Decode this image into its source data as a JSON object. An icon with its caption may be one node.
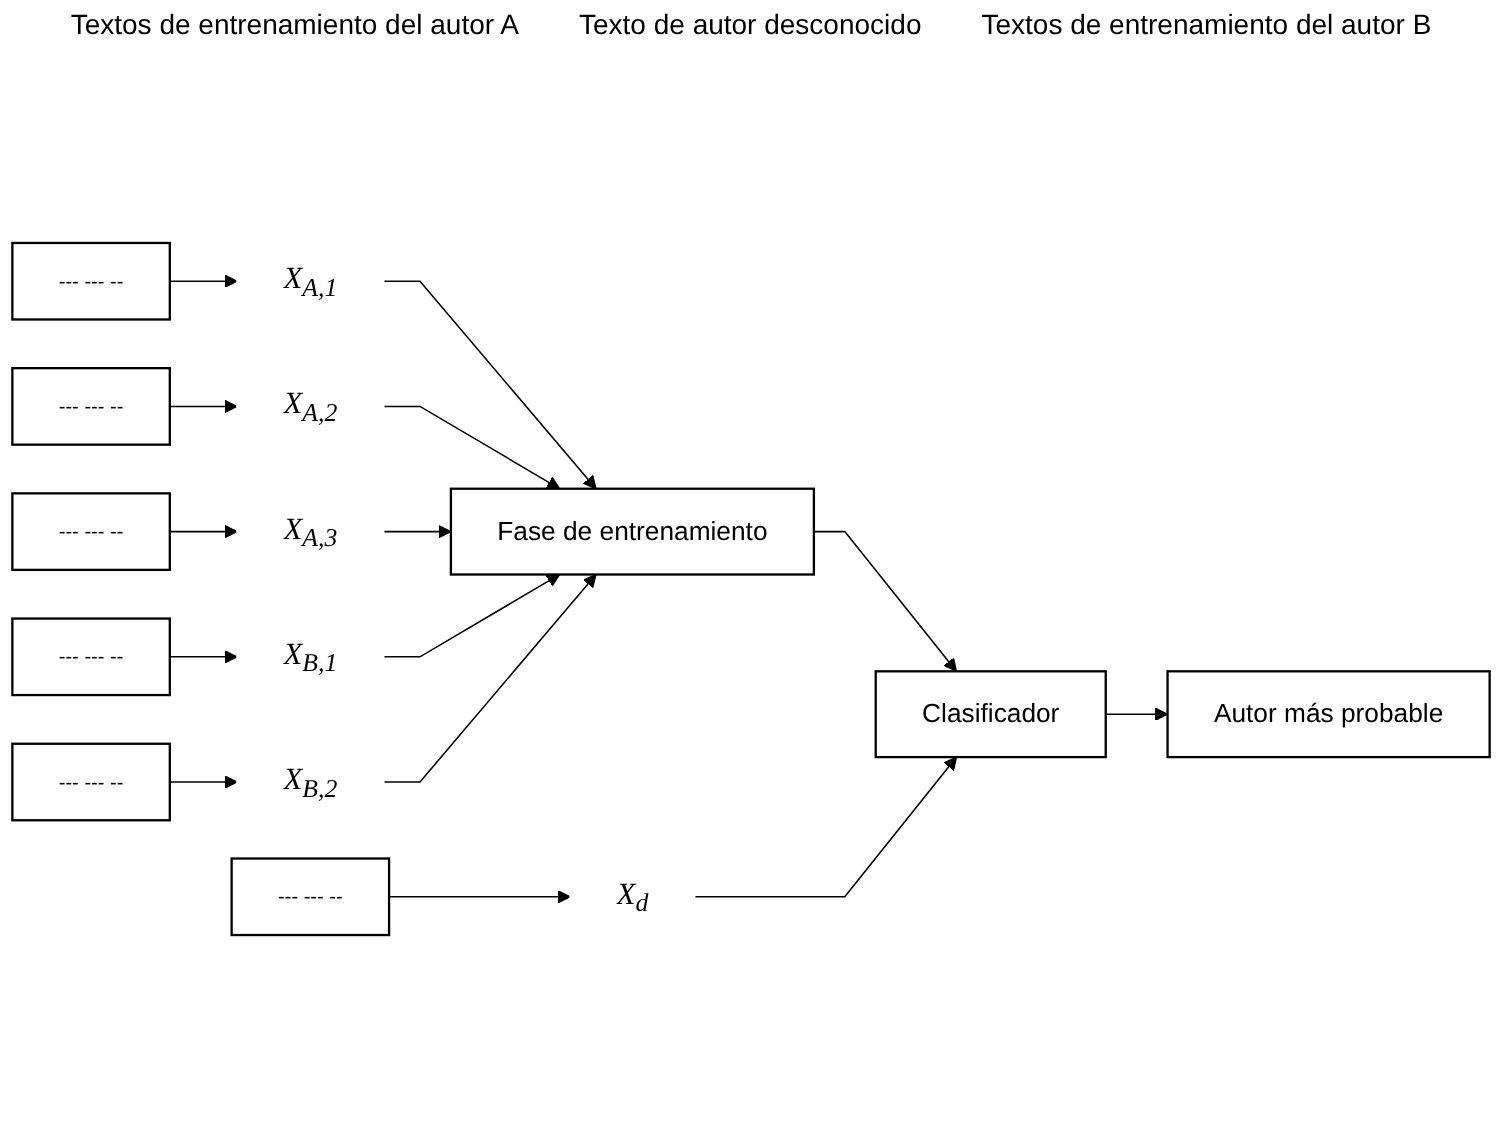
{
  "diagram": {
    "nodes": [
      {
        "text": [
          "--- --- --"
        ]
      },
      {
        "text": [
          "X$_{A,1}$"
        ]
      },
      {
        "text": [
          "--- --- --"
        ]
      },
      {
        "text": [
          "X$_{A,2}$"
        ]
      },
      {
        "text": [
          "--- --- --"
        ]
      },
      {
        "text": [
          "X$_{A,3}$"
        ]
      },
      {
        "text": [
          "--- --- --"
        ]
      },
      {
        "text": [
          "X$_{B,1}$"
        ]
      },
      {
        "text": [
          "--- --- --"
        ]
      },
      {
        "text": [
          "X$_{B,2}$"
        ]
      },
      {
        "text": [
          "Fase de entrenamiento"
        ]
      },
      {
        "text": [
          "Clasificador"
        ]
      },
      {
        "text": [
          "Autor más probable"
        ]
      },
      {
        "text": [
          "X$_{d}$"
        ]
      },
      {
        "text": [
          "--- --- --"
        ]
      }
    ],
    "edges": [
      {
        "from": 0,
        "to": 1,
        "arrow": "to"
      },
      {
        "from": 2,
        "to": 3,
        "arrow": "to"
      },
      {
        "from": 4,
        "to": 5,
        "arrow": "to"
      },
      {
        "from": 6,
        "to": 7,
        "arrow": "to"
      },
      {
        "from": 8,
        "to": 9,
        "arrow": "to"
      },
      {
        "from": 1,
        "to": 10,
        "arrow": "to"
      },
      {
        "from": 3,
        "to": 10,
        "arrow": "to"
      },
      {
        "from": 5,
        "to": 10,
        "arrow": "to"
      },
      {
        "from": 7,
        "to": 10,
        "arrow": "to"
      },
      {
        "from": 9,
        "to": 10,
        "arrow": "to"
      },
      {
        "from": 10,
        "to": 11,
        "arrow": "to"
      },
      {
        "from": 11,
        "to": 12,
        "arrow": "to"
      },
      {
        "from": 13,
        "to": 11,
        "arrow": "to"
      },
      {
        "from": 14,
        "to": 13,
        "arrow": "to"
      }
    ],
    "labels": [
      "Textos de entrenamiento del autor A",
      "Texto de autor desconocido",
      "Textos de entrenamiento del autor B"
    ]
  }
}
